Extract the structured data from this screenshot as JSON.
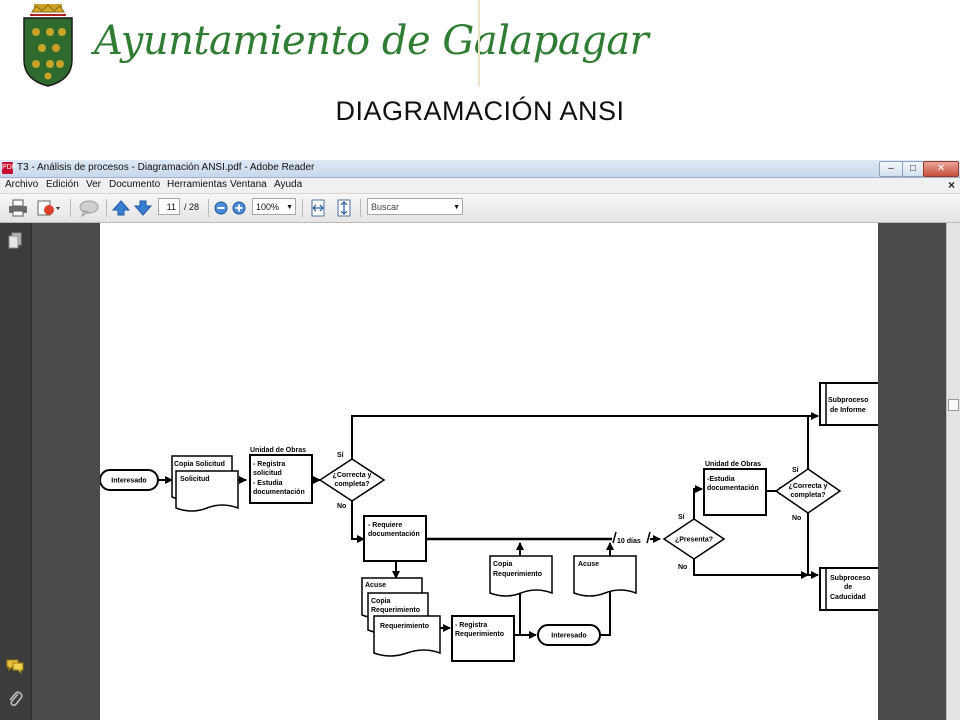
{
  "header": {
    "logo_text": "Ayuntamiento de Galapagar",
    "slide_title": "DIAGRAMACIÓN ANSI"
  },
  "window": {
    "title": "T3 - Análisis de procesos - Diagramación ANSI.pdf - Adobe Reader",
    "pdf_icon_text": "PDF",
    "minimize": "–",
    "maximize": "□",
    "close": "✕"
  },
  "menu": {
    "items": [
      "Archivo",
      "Edición",
      "Ver",
      "Documento",
      "Herramientas",
      "Ventana",
      "Ayuda"
    ],
    "close": "×"
  },
  "toolbar": {
    "page_current": "11",
    "page_total": "/ 28",
    "zoom": "100%",
    "search_placeholder": "Buscar"
  },
  "colors": {
    "logo_green": "#2e7d32",
    "pdf_red": "#c8102e",
    "viewer_dark": "#4a4a4a"
  },
  "flowchart": {
    "interesado": "Interesado",
    "copia_solicitud": "Copia Solicitud",
    "solicitud": "Solicitud",
    "unidad_obras": "Unidad de Obras",
    "proc1": [
      "- Registra",
      "solicitud",
      "- Estudia",
      "documentación"
    ],
    "decision1": [
      "¿Correcta y",
      "completa?"
    ],
    "si": "Sí",
    "no": "No",
    "requiere": [
      "- Requiere",
      "documentación"
    ],
    "acuse": "Acuse",
    "copia_requerimiento": [
      "Copia",
      "Requerimiento"
    ],
    "requerimiento": "Requerimiento",
    "registra_req": [
      "- Registra",
      "Requerimiento"
    ],
    "copia_req_doc": [
      "Copia",
      "Requerimiento"
    ],
    "interesado2": "Interesado",
    "acuse2": "Acuse",
    "diez_dias": "10 días",
    "presenta": "¿Presenta?",
    "unidad_obras2": "Unidad de Obras",
    "estudia2": [
      "-Estudia",
      "documentación"
    ],
    "decision2": [
      "¿Correcta y",
      "completa?"
    ],
    "subproceso_informe": [
      "Subproceso",
      "de Informe"
    ],
    "subproceso_caducidad": [
      "Subproceso",
      "de",
      "Caducidad"
    ]
  }
}
